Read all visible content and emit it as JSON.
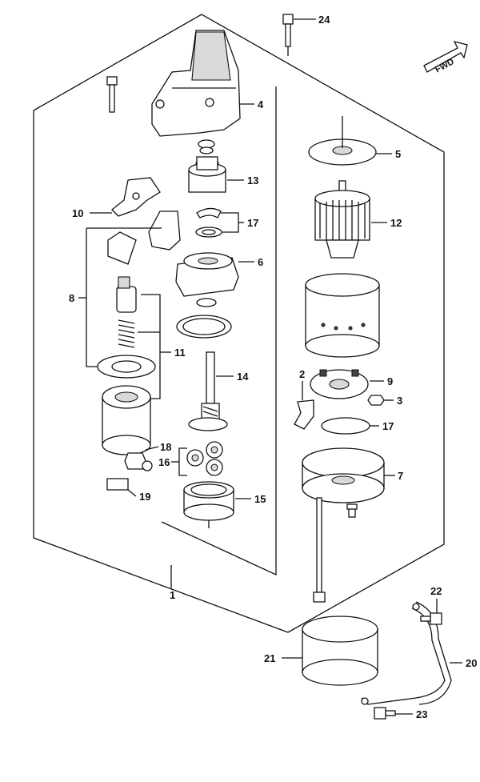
{
  "diagram": {
    "fwd_label": "FWD",
    "callouts": [
      {
        "id": "1",
        "text": "1"
      },
      {
        "id": "2",
        "text": "2"
      },
      {
        "id": "3",
        "text": "3"
      },
      {
        "id": "4",
        "text": "4"
      },
      {
        "id": "5",
        "text": "5"
      },
      {
        "id": "6",
        "text": "6"
      },
      {
        "id": "7",
        "text": "7"
      },
      {
        "id": "8",
        "text": "8"
      },
      {
        "id": "9",
        "text": "9"
      },
      {
        "id": "10",
        "text": "10"
      },
      {
        "id": "11",
        "text": "11"
      },
      {
        "id": "12",
        "text": "12"
      },
      {
        "id": "13",
        "text": "13"
      },
      {
        "id": "14",
        "text": "14"
      },
      {
        "id": "15",
        "text": "15"
      },
      {
        "id": "16",
        "text": "16"
      },
      {
        "id": "17a",
        "text": "17"
      },
      {
        "id": "17b",
        "text": "17"
      },
      {
        "id": "18",
        "text": "18"
      },
      {
        "id": "19",
        "text": "19"
      },
      {
        "id": "20",
        "text": "20"
      },
      {
        "id": "21",
        "text": "21"
      },
      {
        "id": "22",
        "text": "22"
      },
      {
        "id": "23",
        "text": "23"
      },
      {
        "id": "24",
        "text": "24"
      }
    ]
  }
}
